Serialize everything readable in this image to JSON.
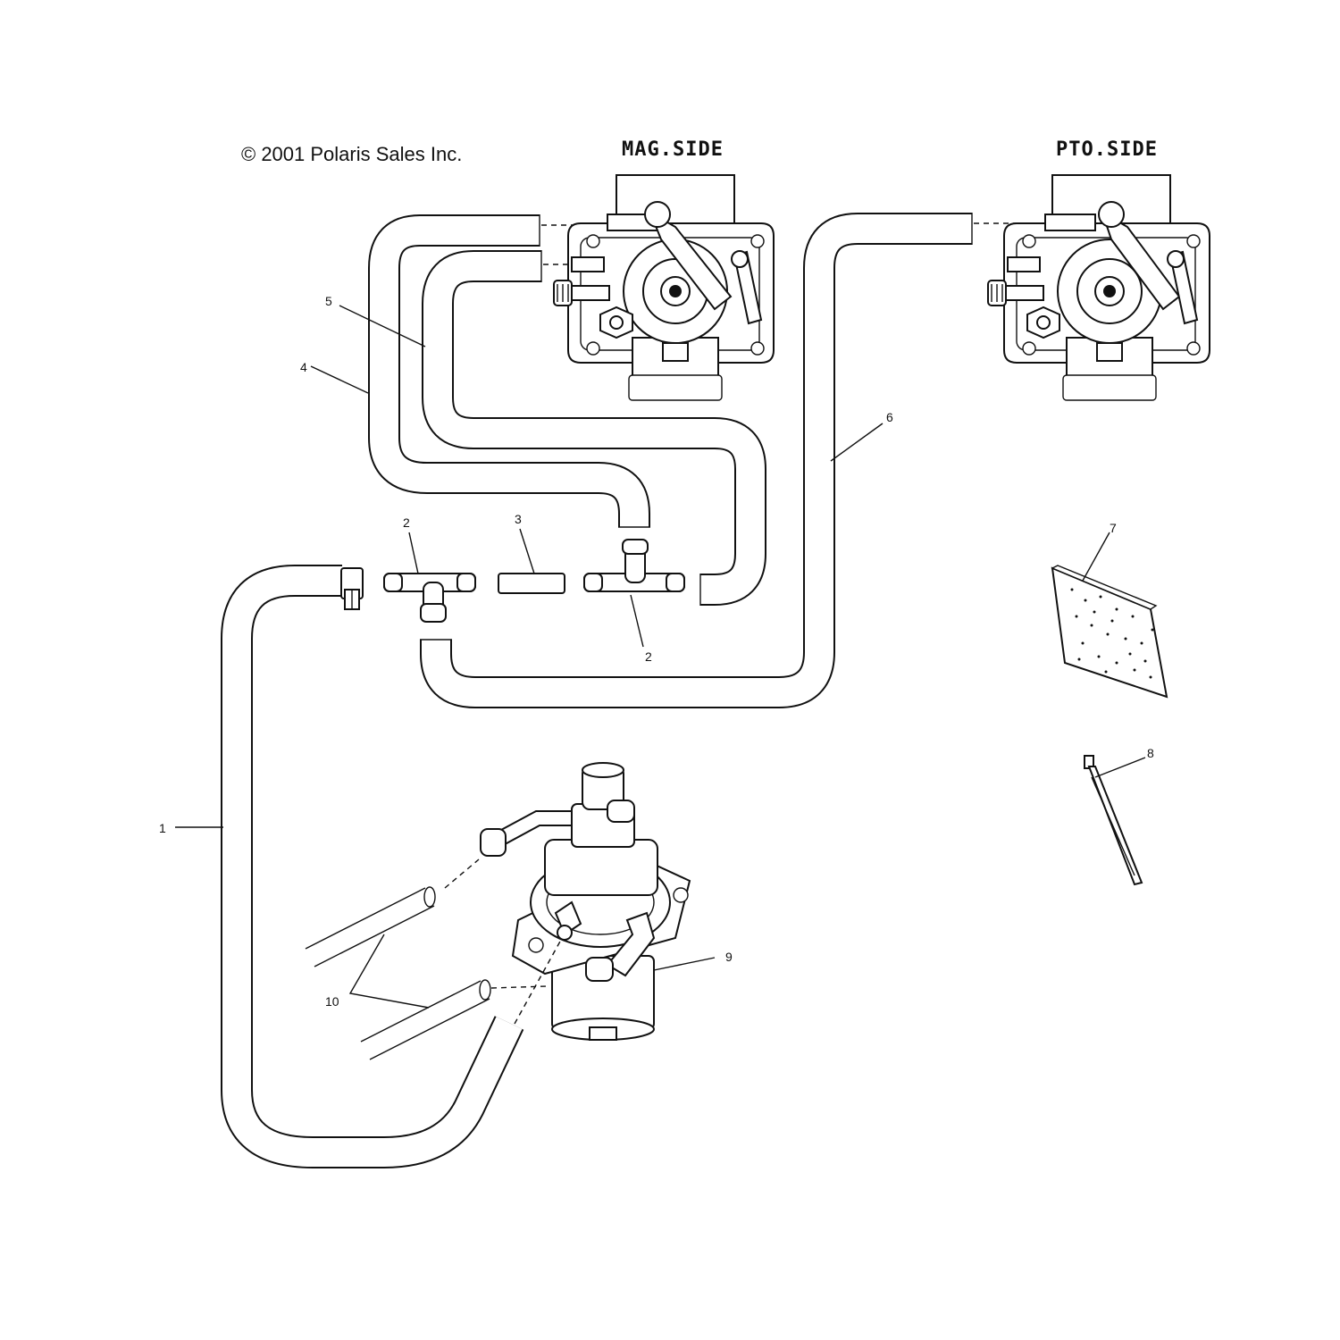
{
  "header": {
    "copyright": "© 2001 Polaris Sales Inc.",
    "mag_side": "MAG.SIDE",
    "pto_side": "PTO.SIDE"
  },
  "callouts": {
    "c1": "1",
    "c2a": "2",
    "c2b": "2",
    "c3": "3",
    "c4": "4",
    "c5": "5",
    "c6": "6",
    "c7": "7",
    "c8": "8",
    "c9": "9",
    "c10": "10"
  }
}
